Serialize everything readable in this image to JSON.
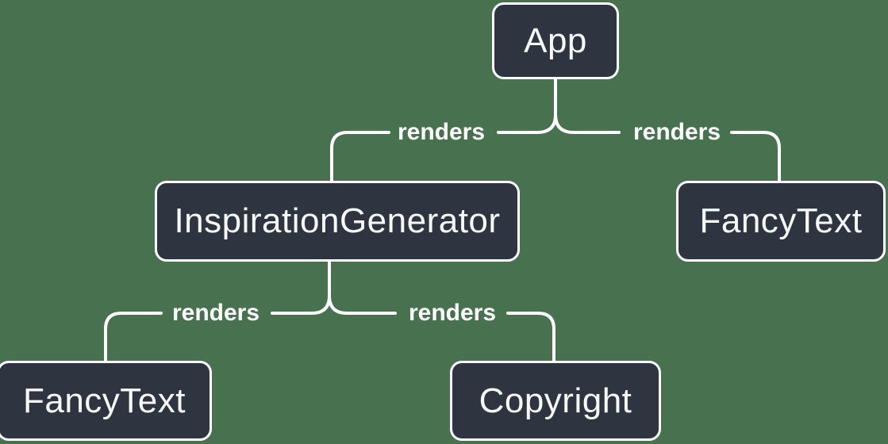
{
  "diagram": {
    "description": "React component render tree",
    "colors": {
      "background_color": "#47714F",
      "node_fill": "#2F3540",
      "node_border_color": "#FFFFFF",
      "edge_color": "#FFFFFF",
      "node_label_color": "#F7F8F9",
      "edge_label_color": "#FFFFFF"
    },
    "nodes": {
      "app": {
        "label": "App"
      },
      "inspiration_generator": {
        "label": "InspirationGenerator"
      },
      "fancy_text_right": {
        "label": "FancyText"
      },
      "fancy_text_bottom": {
        "label": "FancyText"
      },
      "copyright": {
        "label": "Copyright"
      }
    },
    "edges": [
      {
        "from": "App",
        "to": "InspirationGenerator",
        "label": "renders"
      },
      {
        "from": "App",
        "to": "FancyText",
        "label": "renders"
      },
      {
        "from": "InspirationGenerator",
        "to": "FancyText",
        "label": "renders"
      },
      {
        "from": "InspirationGenerator",
        "to": "Copyright",
        "label": "renders"
      }
    ]
  }
}
